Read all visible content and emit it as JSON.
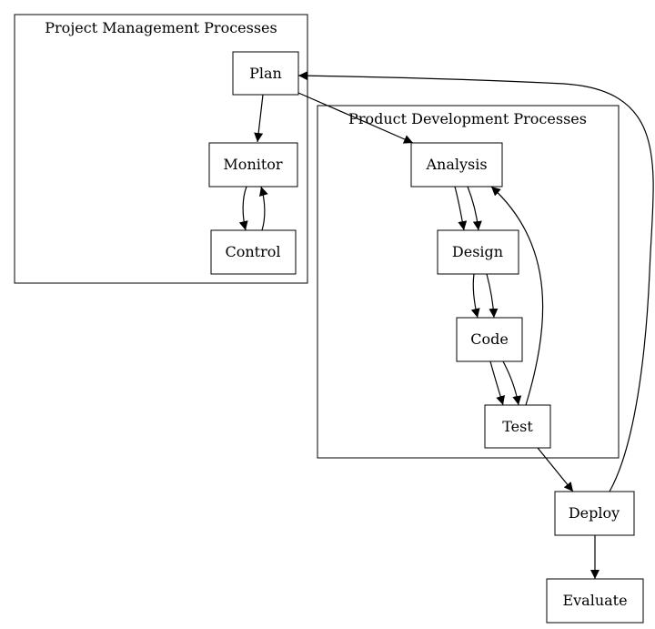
{
  "diagram": {
    "clusters": {
      "project_management": {
        "label": "Project Management Processes"
      },
      "product_development": {
        "label": "Product Development Processes"
      }
    },
    "nodes": {
      "plan": {
        "label": "Plan"
      },
      "monitor": {
        "label": "Monitor"
      },
      "control": {
        "label": "Control"
      },
      "analysis": {
        "label": "Analysis"
      },
      "design": {
        "label": "Design"
      },
      "code": {
        "label": "Code"
      },
      "test": {
        "label": "Test"
      },
      "deploy": {
        "label": "Deploy"
      },
      "evaluate": {
        "label": "Evaluate"
      }
    },
    "edges": [
      {
        "from": "Plan",
        "to": "Monitor"
      },
      {
        "from": "Monitor",
        "to": "Control"
      },
      {
        "from": "Control",
        "to": "Monitor"
      },
      {
        "from": "Plan",
        "to": "Analysis"
      },
      {
        "from": "Analysis",
        "to": "Design"
      },
      {
        "from": "Analysis",
        "to": "Design"
      },
      {
        "from": "Design",
        "to": "Code"
      },
      {
        "from": "Design",
        "to": "Code"
      },
      {
        "from": "Code",
        "to": "Test"
      },
      {
        "from": "Code",
        "to": "Test"
      },
      {
        "from": "Test",
        "to": "Analysis"
      },
      {
        "from": "Test",
        "to": "Deploy"
      },
      {
        "from": "Deploy",
        "to": "Plan"
      },
      {
        "from": "Deploy",
        "to": "Evaluate"
      }
    ],
    "colors": {
      "stroke": "#000000",
      "background": "#ffffff"
    }
  }
}
